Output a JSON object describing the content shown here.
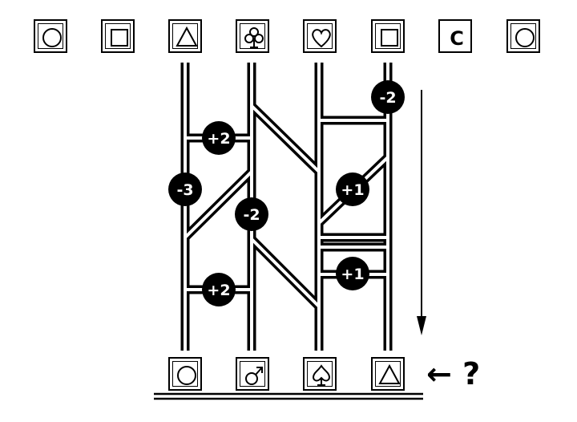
{
  "top_symbols": [
    {
      "shape": "circle-icon"
    },
    {
      "shape": "square-icon"
    },
    {
      "shape": "triangle-icon"
    },
    {
      "shape": "club-icon"
    },
    {
      "shape": "heart-icon"
    },
    {
      "shape": "square-icon"
    },
    {
      "shape": "letter-c-icon",
      "text": "C"
    },
    {
      "shape": "circle-icon"
    }
  ],
  "bottom_symbols": [
    {
      "shape": "circle-icon"
    },
    {
      "shape": "male-icon"
    },
    {
      "shape": "spade-icon"
    },
    {
      "shape": "triangle-icon"
    }
  ],
  "badges": [
    {
      "label": "-2"
    },
    {
      "label": "+2"
    },
    {
      "label": "-3"
    },
    {
      "label": "+1"
    },
    {
      "label": "-2"
    },
    {
      "label": "+2"
    },
    {
      "label": "+1"
    }
  ],
  "question": "← ?",
  "colors": {
    "ink": "#000000",
    "paper": "#ffffff"
  }
}
